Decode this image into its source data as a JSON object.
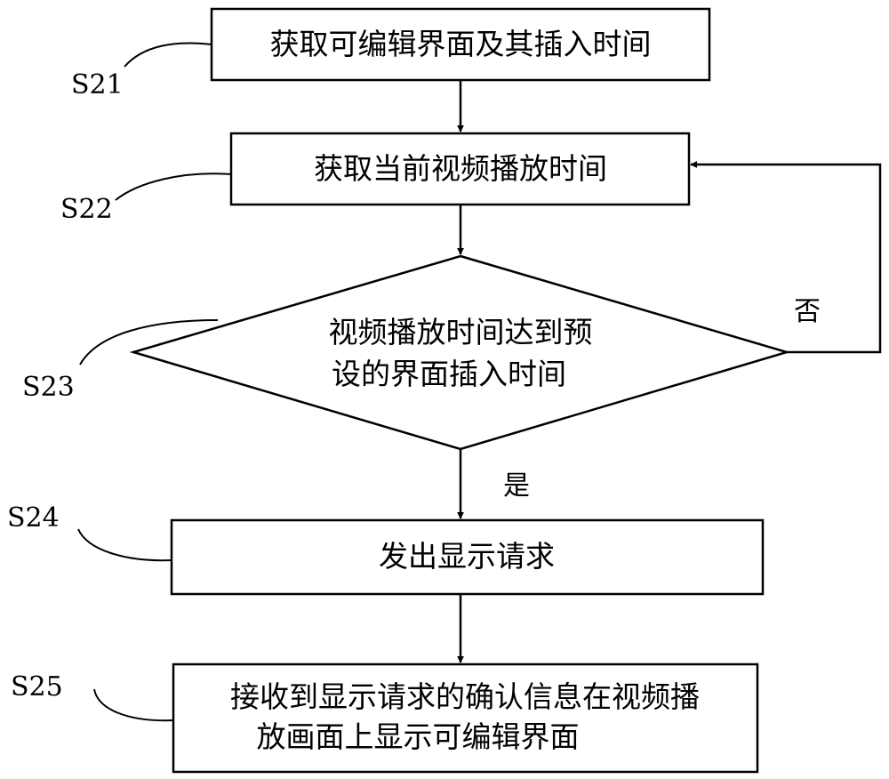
{
  "steps": {
    "s21": {
      "label": "S21",
      "text": "获取可编辑界面及其插入时间"
    },
    "s22": {
      "label": "S22",
      "text": "获取当前视频播放时间"
    },
    "s23": {
      "label": "S23",
      "line1": "视频播放时间达到预",
      "line2": "设的界面插入时间"
    },
    "s24": {
      "label": "S24",
      "text": "发出显示请求"
    },
    "s25": {
      "label": "S25",
      "line1": "接收到显示请求的确认信息在视频播",
      "line2": "放画面上显示可编辑界面"
    }
  },
  "edges": {
    "yes": "是",
    "no": "否"
  }
}
